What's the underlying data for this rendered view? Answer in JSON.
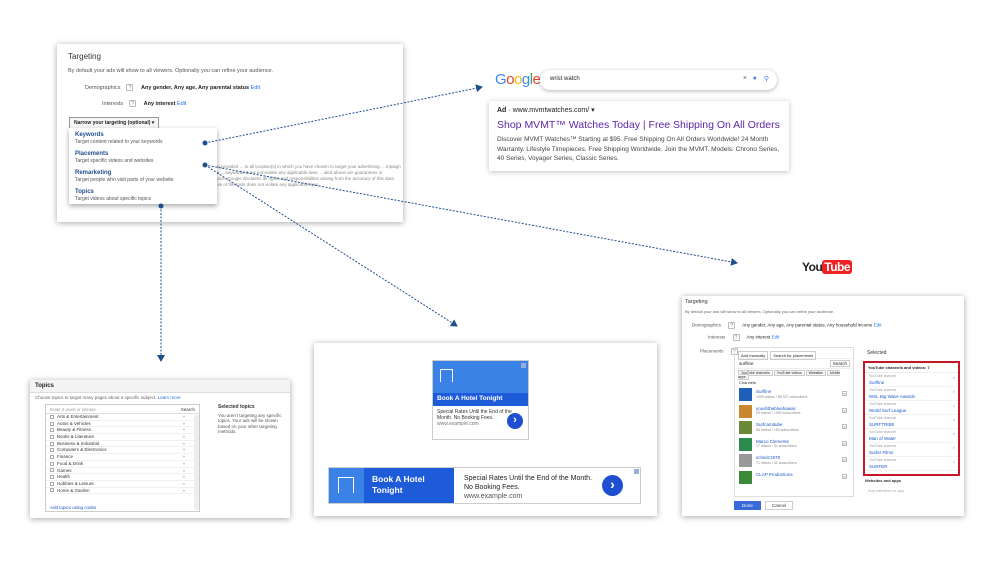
{
  "targeting": {
    "title": "Targeting",
    "desc": "By default your ads will show to all viewers. Optionally you can refine your audience.",
    "demographics_label": "Demographics",
    "demographics_value": "Any gender, Any age, Any parental status",
    "interests_label": "Interests",
    "interests_value": "Any interest",
    "edit": "Edit",
    "narrow": "Narrow your targeting (optional) ▾",
    "menu": [
      {
        "title": "Keywords",
        "desc": "Target content related to your keywords"
      },
      {
        "title": "Placements",
        "desc": "Target specific videos and websites"
      },
      {
        "title": "Remarketing",
        "desc": "Target people who visit parts of your website"
      },
      {
        "title": "Topics",
        "desc": "Target videos about specific topics"
      }
    ],
    "legal": "...e rights to distribute all content (including all videos and images) you have provided ... to all location(s) in which you have chosen to target your advertising. ...mpaign performance. We reserve the right to disapprove any keyword you add. You ... keywords does not violate any applicable laws. ...ided above are guarantees or predictions of performance and may differ materially ... campaign performance. Google disclaims all rights and responsibilities arising from the accuracy of this data and the advertiser assumes any risk ... data, including ensuring that your use of the tools does not violate any applicable laws."
  },
  "google": {
    "logo_letters": [
      "G",
      "o",
      "o",
      "g",
      "l",
      "e"
    ],
    "logo_colors": [
      "#4285F4",
      "#EA4335",
      "#FBBC05",
      "#4285F4",
      "#34A853",
      "#EA4335"
    ],
    "query": "wrist watch",
    "clear_icon": "×",
    "search_icon": "⚲"
  },
  "text_ad": {
    "ad_tag": "Ad",
    "url": "· www.mvmtwatches.com/ ▾",
    "headline": "Shop MVMT™ Watches Today | Free Shipping On All Orders",
    "body": "Discover MVMT Watches™ Starting at $95. Free Shipping On All Orders Worldwide! 24 Month Warranty. Lifestyle Timepieces. Free Shipping Worldwide. Join the MVMT. Models: Chrono Series, 40 Series, Voyager Series, Classic Series."
  },
  "youtube_logo": {
    "you": "You",
    "tube": "Tube"
  },
  "topics": {
    "title": "Topics",
    "sub": "Choose topics to target many pages about a specific subject.",
    "learn_more": "Learn more",
    "search_placeholder": "Enter a word or phrase",
    "search_btn": "Search",
    "items": [
      "Arts & Entertainment",
      "Autos & Vehicles",
      "Beauty & Fitness",
      "Books & Literature",
      "Business & Industrial",
      "Computers & Electronics",
      "Finance",
      "Food & Drink",
      "Games",
      "Health",
      "Hobbies & Leisure",
      "Home & Garden"
    ],
    "add_link": "Add topics using codes",
    "selected_title": "Selected topics",
    "selected_text": "You aren't targeting any specific topics. Your ads will be shown based on your other targeting methods."
  },
  "hotel_ad": {
    "headline": "Book A Hotel Tonight",
    "desc": "Special Rates Until the End of the Month. No Booking Fees.",
    "url": "www.example.com",
    "arrow": "›"
  },
  "yt_targeting": {
    "title": "Targeting",
    "desc": "By default your ads will show to all viewers. Optionally you can refine your audience.",
    "demographics_label": "Demographics",
    "demographics_value": "Any gender, Any age, Any parental status, Any household income",
    "interests_label": "Interests",
    "interests_value": "Any interest",
    "placements_label": "Placements",
    "edit": "Edit",
    "tabs": [
      "Add manually",
      "Search for placements"
    ],
    "query": "surfline",
    "search_btn": "Search",
    "filter_tabs": [
      "YouTube channels",
      "YouTube videos",
      "Websites",
      "Mobile apps"
    ],
    "channels_header": "Channels",
    "channels": [
      {
        "name": "Surfline",
        "stats": "1905 videos / 88,327 subscribers",
        "color": "#1f5fb8"
      },
      {
        "name": "youshthebluehawaii",
        "stats": "28 videos / 1994 subscribers",
        "color": "#c9882e"
      },
      {
        "name": "Surfcamitube",
        "stats": "96 videos / 150 subscribers",
        "color": "#6a8a3a"
      },
      {
        "name": "Marco Clemente",
        "stats": "17 videos / 31 subscribers",
        "color": "#2d8a4e"
      },
      {
        "name": "scheitz1978",
        "stats": "71 videos / 31 subscribers",
        "color": "#999999"
      },
      {
        "name": "CLAP Productions",
        "stats": "",
        "color": "#3a8a3a"
      }
    ],
    "selected_title": "Selected",
    "selected_header": "YouTube channels and videos: 7",
    "selected": [
      {
        "kind": "YouTube channel",
        "name": "Surfline"
      },
      {
        "kind": "YouTube channel",
        "name": "WSL Big Wave Awards"
      },
      {
        "kind": "YouTube channel",
        "name": "World Surf League"
      },
      {
        "kind": "YouTube channel",
        "name": "SURFTRIBE"
      },
      {
        "kind": "YouTube channel",
        "name": "Man of Water"
      },
      {
        "kind": "YouTube channel",
        "name": "Surfer Films"
      },
      {
        "kind": "YouTube channel",
        "name": "SURFER"
      }
    ],
    "websites_header": "Websites and apps",
    "websites_placeholder": "Any websites or app",
    "done": "Done",
    "cancel": "Cancel"
  },
  "colors": {
    "arrow": "#1f4e8c",
    "select_border": "#c6172a",
    "ad_blue": "#1e5bd8"
  }
}
